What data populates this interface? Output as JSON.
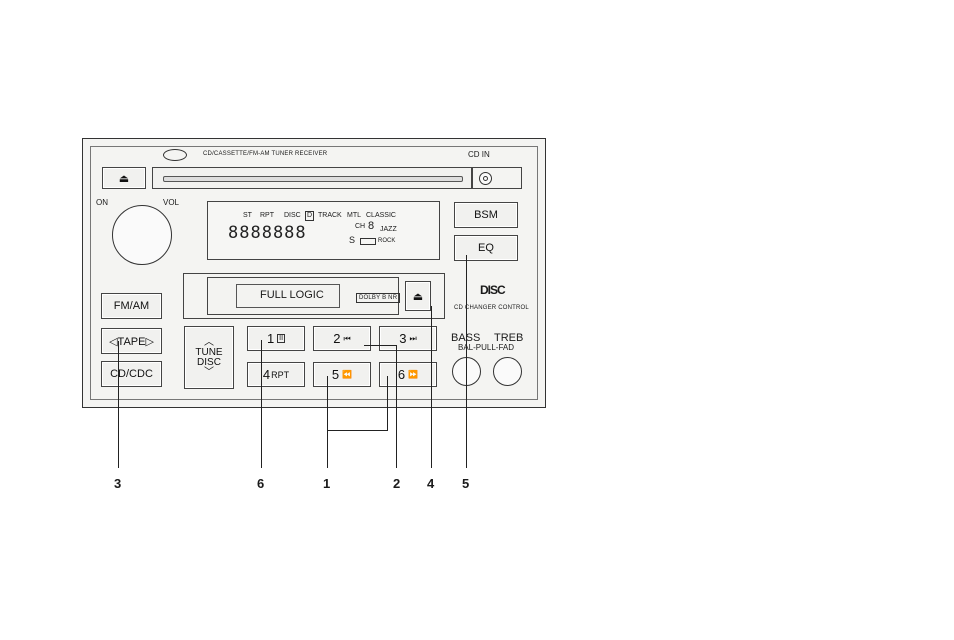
{
  "header": {
    "model_text": "CD/CASSETTE/FM-AM TUNER RECEIVER",
    "cd_in": "CD IN"
  },
  "knobs": {
    "on": "ON",
    "vol": "VOL",
    "bass": "BASS",
    "treb": "TREB",
    "bal_pull_fad": "BAL-PULL-FAD"
  },
  "display": {
    "indicators": [
      "ST",
      "RPT",
      "DISC",
      "TRACK",
      "MTL",
      "CLASSIC"
    ],
    "disc_box": "D",
    "segments": "8888888",
    "ch": "CH",
    "ch_digit": "8",
    "s_mark": "S",
    "jazz": "JAZZ",
    "rock": "ROCK"
  },
  "cassette": {
    "label": "FULL LOGIC",
    "dolby": "DOLBY B NR"
  },
  "buttons": {
    "bsm": "BSM",
    "eq": "EQ",
    "fm_am": "FM/AM",
    "tape": "◁TAPE▷",
    "cd_cdc": "CD/CDC",
    "tune": "TUNE",
    "disc": "DISC",
    "preset_1": "1",
    "preset_2": "2",
    "preset_3": "3",
    "preset_4": "4",
    "preset_4_sub": "RPT",
    "preset_5": "5",
    "preset_6": "6"
  },
  "cd_changer": {
    "logo": "DISC",
    "text": "CD CHANGER CONTROL"
  },
  "callouts": [
    "3",
    "6",
    "1",
    "2",
    "4",
    "5"
  ]
}
